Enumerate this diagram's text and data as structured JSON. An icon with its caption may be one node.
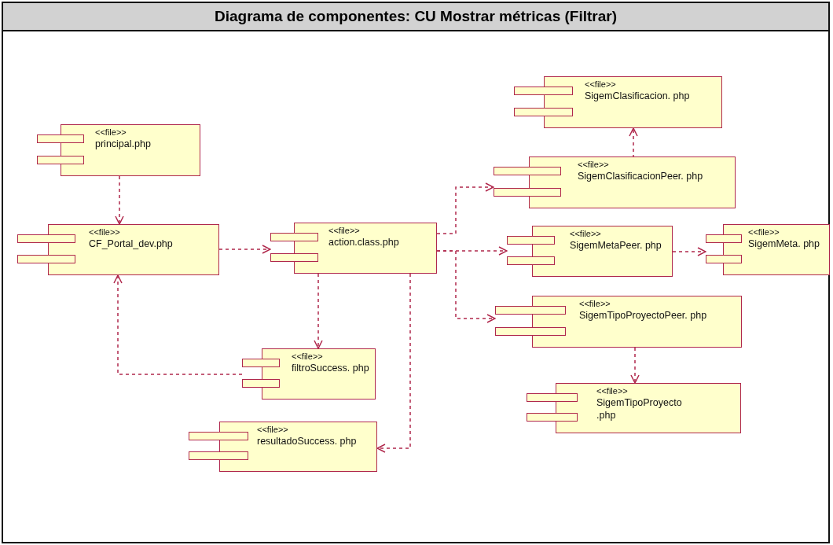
{
  "diagram": {
    "title": "Diagrama de componentes: CU Mostrar métricas (Filtrar)",
    "nodes": [
      {
        "text": [
          "<<file>>",
          "principal.php"
        ]
      },
      {
        "text": [
          "<<file>>",
          "CF_Portal_dev.php"
        ]
      },
      {
        "text": [
          "<<file>>",
          "action.class.php"
        ]
      },
      {
        "text": [
          "<<file>>",
          "SigemClasificacion. php"
        ]
      },
      {
        "text": [
          "<<file>>",
          "SigemClasificacionPeer. php"
        ]
      },
      {
        "text": [
          "<<file>>",
          "SigemMetaPeer. php"
        ]
      },
      {
        "text": [
          "<<file>>",
          "SigemMeta. php"
        ]
      },
      {
        "text": [
          "<<file>>",
          "SigemTipoProyectoPeer. php"
        ]
      },
      {
        "text": [
          "<<file>>",
          "filtroSuccess. php"
        ]
      },
      {
        "text": [
          "<<file>>",
          "SigemTipoProyecto .php"
        ]
      },
      {
        "text": [
          "<<file>>",
          "resultadoSuccess. php"
        ]
      }
    ],
    "edges": [
      {
        "from": 0,
        "to": 1,
        "arrow": "to"
      },
      {
        "from": 1,
        "to": 2,
        "arrow": "to"
      },
      {
        "from": 2,
        "to": 4,
        "arrow": "to"
      },
      {
        "from": 2,
        "to": 5,
        "arrow": "to"
      },
      {
        "from": 2,
        "to": 7,
        "arrow": "to"
      },
      {
        "from": 4,
        "to": 3,
        "arrow": "to"
      },
      {
        "from": 5,
        "to": 6,
        "arrow": "to"
      },
      {
        "from": 7,
        "to": 9,
        "arrow": "to"
      },
      {
        "from": 2,
        "to": 8,
        "arrow": "to"
      },
      {
        "from": 8,
        "to": 1,
        "arrow": "to"
      },
      {
        "from": 2,
        "to": 10,
        "arrow": "to"
      }
    ]
  }
}
